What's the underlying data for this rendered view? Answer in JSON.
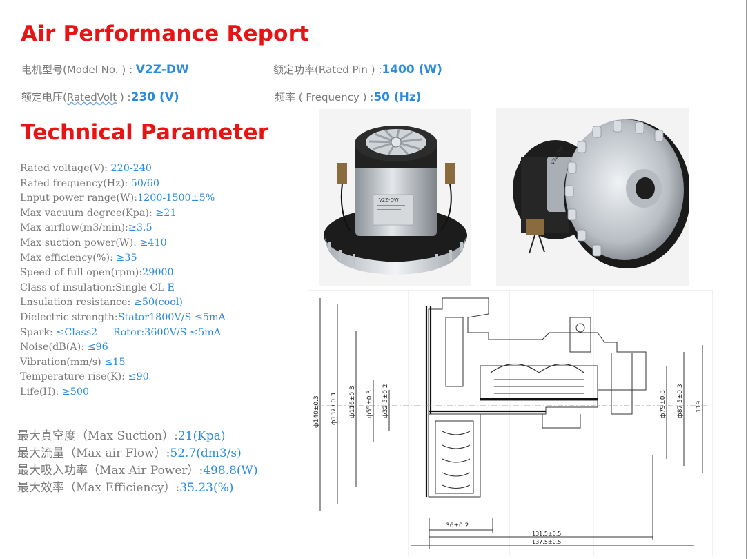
{
  "titles": {
    "air": "Air Performance Report",
    "tech": "Technical Parameter"
  },
  "specs": {
    "model_label": "电机型号(Model No. ) : ",
    "model_value": "V2Z-DW",
    "power_label": "额定功率(Rated Pin ) :",
    "power_value": "1400 (W)",
    "volt_label_pre": "额定电压(",
    "volt_label_link": "RatedVolt",
    "volt_label_post": " ) :",
    "volt_value": "230 (V)",
    "freq_label": "频率 ( Frequency ) :",
    "freq_value": "50 (Hz)"
  },
  "parameters": [
    {
      "label": "Rated voltage(V): ",
      "value": "220-240"
    },
    {
      "label": "Rated frequency(Hz): ",
      "value": "50/60"
    },
    {
      "label": "Lnput power range(W):",
      "value": "1200-1500±5%"
    },
    {
      "label": "Max vacuum degree(Kpa): ",
      "value": "≥21"
    },
    {
      "label": "Max airflow(m3/min):",
      "value": "≥3.5"
    },
    {
      "label": "Max suction power(W): ",
      "value": "≥410"
    },
    {
      "label": "Max efficiency(%): ",
      "value": "≥35"
    },
    {
      "label": "Speed of full open(rpm):",
      "value": "29000"
    },
    {
      "label": "Class of insulation:Single CL ",
      "value": "E"
    },
    {
      "label": "Lnsulation resistance: ",
      "value": "≥50(cool)"
    },
    {
      "label": "Dielectric strength:",
      "value": "Stator1800V/S ≤5mA"
    },
    {
      "label": "Spark: ",
      "value": "≤Class2     Rotor:3600V/S ≤5mA"
    },
    {
      "label": "Noise(dB(A): ",
      "value": "≤96"
    },
    {
      "label": "Vibration(mm/s) ",
      "value": "≤15"
    },
    {
      "label": "Temperature rise(K): ",
      "value": "≤90"
    },
    {
      "label": "Life(H): ",
      "value": "≥500"
    }
  ],
  "max_values": [
    {
      "label": "最大真空度（Max Suction）:",
      "value": "21(Kpa)"
    },
    {
      "label": "最大流量（Max air Flow）:",
      "value": "52.7(dm3/s)"
    },
    {
      "label": "最大吸入功率（Max Air Power）:",
      "value": "498.8(W)"
    },
    {
      "label": "最大效率（Max Efficiency）:",
      "value": "35.23(%)"
    }
  ],
  "photo_labels": {
    "motor_front_label": "V2Z-DW",
    "motor_side_label": "V2Z-DW"
  },
  "drawing_dims": {
    "d140": "ф140±0.3",
    "d137": "ф137±0.3",
    "d116": "ф116±0.3",
    "d55": "ф55±0.3",
    "d32": "ф32.5±0.2",
    "d79": "ф79±0.3",
    "d87": "ф87.5±0.3",
    "h119": "119",
    "w36": "36±0.2",
    "w131": "131.5±0.5",
    "w137": "137.5±0.5"
  },
  "colors": {
    "title_red": "#e81414",
    "value_blue": "#2b8be0",
    "label_gray": "#777777"
  }
}
